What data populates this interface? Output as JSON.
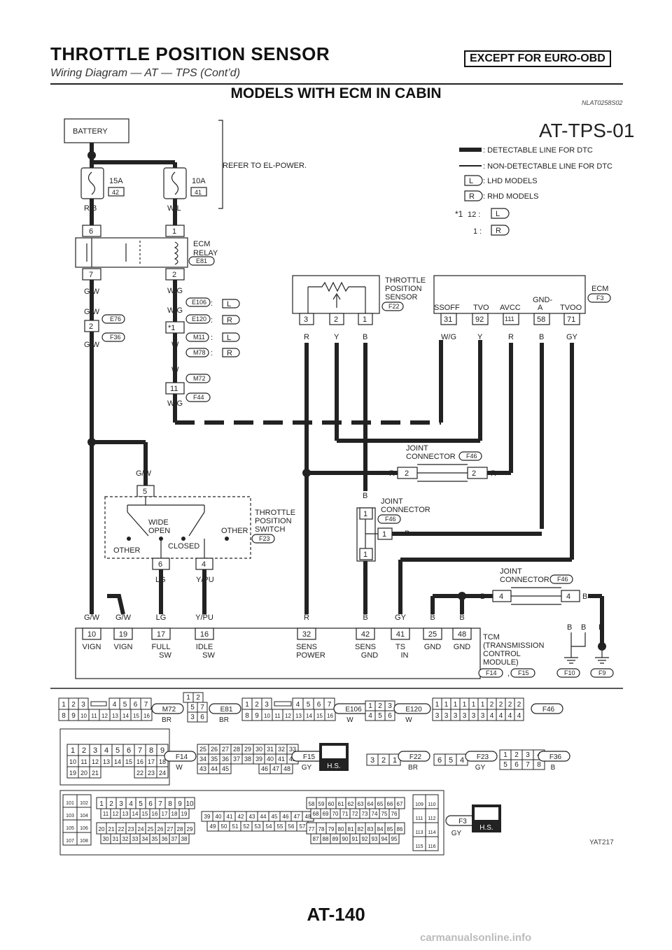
{
  "header": {
    "title": "THROTTLE POSITION SENSOR",
    "badge": "EXCEPT FOR EURO-OBD",
    "subtitle": "Wiring Diagram — AT — TPS (Cont’d)"
  },
  "section": {
    "title": "MODELS WITH ECM IN CABIN",
    "ref": "NLAT0258S02"
  },
  "diagram_id": "AT-TPS-01",
  "legend": {
    "detectable": ": DETECTABLE LINE FOR DTC",
    "nondetectable": ": NON-DETECTABLE LINE FOR DTC",
    "lhd_code": "L",
    "lhd": ": LHD MODELS",
    "rhd_code": "R",
    "rhd": ": RHD MODELS",
    "star_note": "*1",
    "star_12": "12 :",
    "star_1": "1 :"
  },
  "top": {
    "battery": "BATTERY",
    "refer": "REFER TO EL-POWER.",
    "fuse1_rating": "15A",
    "fuse1_no": "42",
    "fuse2_rating": "10A",
    "fuse2_no": "41",
    "rb": "R/B",
    "wl": "W/L"
  },
  "relay": {
    "title1": "ECM",
    "title2": "RELAY",
    "conn": "E81",
    "pin6": "6",
    "pin1": "1",
    "pin7": "7",
    "pin2": "2"
  },
  "left_wire": {
    "gw1": "G/W",
    "gw2": "G/W",
    "pin2": "2",
    "e76": "E76",
    "f36": "F36",
    "gw3": "G/W"
  },
  "mid_wire": {
    "wg1": "W/G",
    "e106": "E106",
    "wg2": "W/G",
    "e120": "E120",
    "m11": "M11",
    "w1": "W",
    "m78": "M78",
    "colon": ":",
    "w2": "W",
    "m72": "M72",
    "pin11": "11",
    "f44": "F44",
    "wg3": "W/G"
  },
  "tps_sensor": {
    "title1": "THROTTLE",
    "title2": "POSITION",
    "title3": "SENSOR",
    "conn": "F22",
    "pin3": "3",
    "pin2": "2",
    "pin1": "1",
    "c3": "R",
    "c2": "Y",
    "c1": "B"
  },
  "ecm": {
    "title": "ECM",
    "conn": "F3",
    "terminals": [
      "SSOFF",
      "TVO",
      "AVCC",
      "GND-",
      "A",
      "TVOO"
    ],
    "pins": [
      "31",
      "92",
      "111",
      "58",
      "71"
    ],
    "colors": [
      "W/G",
      "Y",
      "R",
      "B",
      "GY"
    ]
  },
  "joint1": {
    "title1": "JOINT",
    "title2": "CONNECTOR",
    "conn": "F46",
    "pin": "2",
    "r": "R"
  },
  "tp_switch": {
    "gw": "G/W",
    "pin5": "5",
    "wide": "WIDE",
    "open": "OPEN",
    "other": "OTHER",
    "closed": "CLOSED",
    "pin6": "6",
    "pin4": "4",
    "lg": "LG",
    "ypu": "Y/PU",
    "title1": "THROTTLE",
    "title2": "POSITION",
    "title3": "SWITCH",
    "conn": "F23"
  },
  "joint2": {
    "b": "B",
    "title1": "JOINT",
    "title2": "CONNECTOR",
    "conn": "F46",
    "pin1": "1"
  },
  "joint3": {
    "title1": "JOINT",
    "title2": "CONNECTOR",
    "conn": "F46",
    "pin": "4",
    "b": "B"
  },
  "tcm": {
    "wire_colors": [
      "G/W",
      "G/W",
      "LG",
      "Y/PU",
      "R",
      "B",
      "GY",
      "B",
      "B"
    ],
    "pins": [
      "10",
      "19",
      "17",
      "16",
      "32",
      "42",
      "41",
      "25",
      "48"
    ],
    "names1": [
      "VIGN",
      "VIGN",
      "FULL",
      "IDLE",
      "SENS",
      "SENS",
      "TS",
      "GND",
      "GND"
    ],
    "names2": [
      "",
      "",
      "SW",
      "SW",
      "POWER",
      "GND",
      "IN",
      "",
      ""
    ],
    "title1": "TCM",
    "title2": "(TRANSMISSION",
    "title3": "CONTROL",
    "title4": "MODULE)",
    "conn1": "F14",
    "conn2": "F15",
    "sep": ","
  },
  "grounds": {
    "b": "B",
    "f10": "F10",
    "f9": "F9"
  },
  "connectors": {
    "m72": {
      "id": "M72",
      "color": "BR",
      "row1": [
        "1",
        "2",
        "3",
        "4",
        "5",
        "6",
        "7"
      ],
      "row2": [
        "8",
        "9",
        "10",
        "11",
        "12",
        "13",
        "14",
        "15",
        "16"
      ]
    },
    "e81": {
      "id": "E81",
      "color": "BR",
      "pins": [
        "1",
        "2",
        "5",
        "7",
        "3",
        "6"
      ]
    },
    "e106": {
      "id": "E106",
      "color": "W",
      "row1": [
        "1",
        "2",
        "3",
        "4",
        "5",
        "6",
        "7"
      ],
      "row2": [
        "8",
        "9",
        "10",
        "11",
        "12",
        "13",
        "14",
        "15",
        "16"
      ]
    },
    "e120": {
      "id": "E120",
      "color": "W",
      "pins": [
        "1",
        "2",
        "3",
        "4",
        "5",
        "6"
      ]
    },
    "f46": {
      "id": "F46",
      "row1": [
        "1",
        "1",
        "1",
        "1",
        "1",
        "1",
        "2",
        "2",
        "2",
        "2"
      ],
      "row2": [
        "3",
        "3",
        "3",
        "3",
        "3",
        "3",
        "4",
        "4",
        "4",
        "4"
      ]
    },
    "f14": {
      "id": "F14",
      "color": "W",
      "row1": [
        "1",
        "2",
        "3",
        "4",
        "5",
        "6",
        "7",
        "8",
        "9"
      ],
      "row2": [
        "10",
        "11",
        "12",
        "13",
        "14",
        "15",
        "16",
        "17",
        "18"
      ],
      "row3": [
        "19",
        "20",
        "21",
        "22",
        "23",
        "24"
      ]
    },
    "f15": {
      "id": "F15",
      "color": "GY",
      "row1": [
        "25",
        "26",
        "27",
        "28",
        "29",
        "30",
        "31",
        "32",
        "33"
      ],
      "row2": [
        "34",
        "35",
        "36",
        "37",
        "38",
        "39",
        "40",
        "41",
        "42"
      ],
      "row3": [
        "43",
        "44",
        "45",
        "46",
        "47",
        "48"
      ]
    },
    "hs": "H.S.",
    "f22": {
      "id": "F22",
      "color": "BR",
      "pins": [
        "3",
        "2",
        "1"
      ]
    },
    "f23": {
      "id": "F23",
      "color": "GY",
      "pins": [
        "6",
        "5",
        "4"
      ]
    },
    "f36": {
      "id": "F36",
      "color": "B",
      "row1": [
        "1",
        "2",
        "3",
        "4"
      ],
      "row2": [
        "5",
        "6",
        "7",
        "8"
      ]
    },
    "f3": {
      "id": "F3",
      "color": "GY",
      "c1": [
        "101",
        "102",
        "103",
        "104",
        "105",
        "106",
        "107",
        "108"
      ],
      "c2r1": [
        "1",
        "2",
        "3",
        "4",
        "5",
        "6",
        "7",
        "8",
        "9",
        "10"
      ],
      "c2r2": [
        "11",
        "12",
        "13",
        "14",
        "15",
        "16",
        "17",
        "18",
        "19"
      ],
      "c2r3": [
        "20",
        "21",
        "22",
        "23",
        "24",
        "25",
        "26",
        "27",
        "28",
        "29"
      ],
      "c2r4": [
        "30",
        "31",
        "32",
        "33",
        "34",
        "35",
        "36",
        "37",
        "38"
      ],
      "c3r1": [
        "39",
        "40",
        "41",
        "42",
        "43",
        "44",
        "45",
        "46",
        "47",
        "48"
      ],
      "c3r2": [
        "49",
        "50",
        "51",
        "52",
        "53",
        "54",
        "55",
        "56",
        "57"
      ],
      "c4r1": [
        "58",
        "59",
        "60",
        "61",
        "62",
        "63",
        "64",
        "65",
        "66",
        "67"
      ],
      "c4r2": [
        "68",
        "69",
        "70",
        "71",
        "72",
        "73",
        "74",
        "75",
        "76"
      ],
      "c4r3": [
        "77",
        "78",
        "79",
        "80",
        "81",
        "82",
        "83",
        "84",
        "85",
        "86"
      ],
      "c4r4": [
        "87",
        "88",
        "89",
        "90",
        "91",
        "92",
        "93",
        "94",
        "95"
      ],
      "c5": [
        "109",
        "110",
        "111",
        "112",
        "113",
        "114",
        "115",
        "116"
      ]
    }
  },
  "footer": {
    "code": "YAT217",
    "page": "AT-140",
    "watermark": "carmanualsonline.info"
  }
}
